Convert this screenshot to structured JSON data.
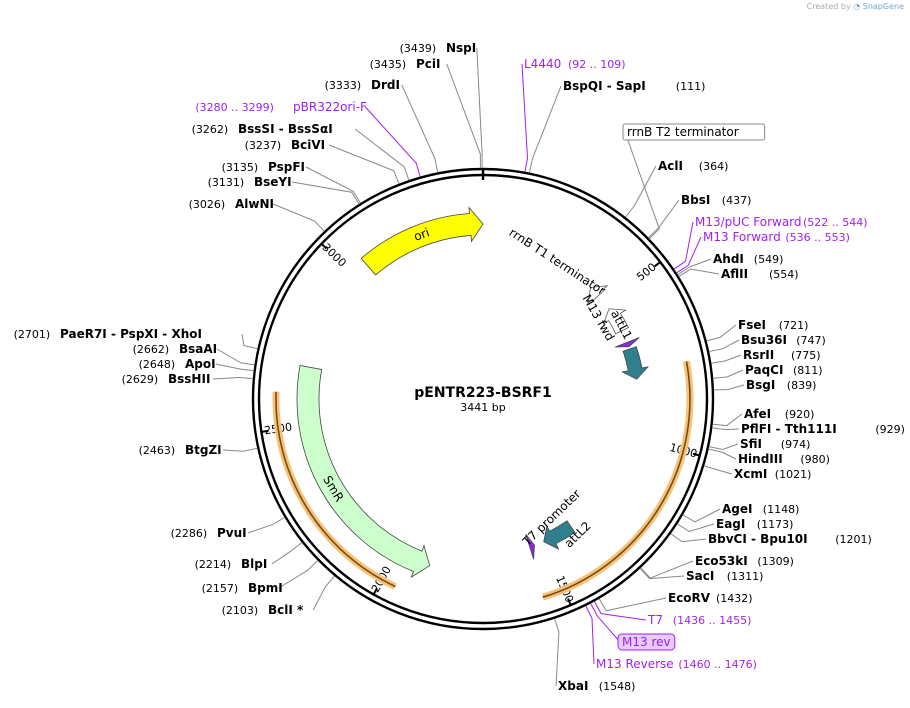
{
  "credit": {
    "prefix": "Created by",
    "brand": "SnapGene"
  },
  "map": {
    "name": "pENTR223-BSRF1",
    "size_label": "3441 bp",
    "length": 3441,
    "tick_labels": [
      "500",
      "1000",
      "1500",
      "2000",
      "2500",
      "3000"
    ]
  },
  "features": [
    {
      "name": "ori",
      "start": 3050,
      "end": 3441,
      "direction": 1,
      "color": "#ffff00"
    },
    {
      "name": "SmR",
      "start": 1890,
      "end": 2680,
      "direction": -1,
      "color": "#ccffcc"
    },
    {
      "name": "attL1",
      "start": 680,
      "end": 790,
      "direction": 1,
      "color": "#2f7f8f"
    },
    {
      "name": "attL2",
      "start": 1390,
      "end": 1500,
      "direction": 1,
      "color": "#2f7f8f"
    },
    {
      "name": "M13 fwd",
      "start": 655,
      "end": 672,
      "direction": 1,
      "color": "#8a2be2"
    },
    {
      "name": "T7 promoter",
      "start": 1535,
      "end": 1553,
      "direction": -1,
      "color": "#8a2be2"
    },
    {
      "name": "rrnB T1 terminator",
      "start": 520,
      "end": 610,
      "direction": -1,
      "color": "#ffffff"
    },
    {
      "name": "rrnB T2 terminator",
      "start": 420,
      "end": 460,
      "direction": -1,
      "color": "#ffffff"
    }
  ],
  "orf_arcs": [
    {
      "start": 760,
      "end": 1560
    },
    {
      "start": 1960,
      "end": 2600
    }
  ],
  "inner_labels": [
    {
      "text": "M13 fwd"
    },
    {
      "text": "attL1"
    },
    {
      "text": "rrnB T1 terminator"
    },
    {
      "text": "T7 promoter"
    },
    {
      "text": "attL2"
    }
  ],
  "sites": [
    {
      "name": "NspI",
      "pos": "3439",
      "bp": 3439,
      "color": "#000000"
    },
    {
      "name": "PciI",
      "pos": "3435",
      "bp": 3435,
      "color": "#000000"
    },
    {
      "name": "DrdI",
      "pos": "3333",
      "bp": 3333,
      "color": "#000000"
    },
    {
      "name": "pBR322ori-F",
      "pos": "3280 .. 3299",
      "bp": 3290,
      "color": "#a020f0"
    },
    {
      "name": "BssSI  -  BssSαI",
      "pos": "3262",
      "bp": 3262,
      "color": "#000000"
    },
    {
      "name": "BciVI",
      "pos": "3237",
      "bp": 3237,
      "color": "#000000"
    },
    {
      "name": "PspFI",
      "pos": "3135",
      "bp": 3135,
      "color": "#000000"
    },
    {
      "name": "BseYI",
      "pos": "3131",
      "bp": 3131,
      "color": "#000000"
    },
    {
      "name": "AlwNI",
      "pos": "3026",
      "bp": 3026,
      "color": "#000000"
    },
    {
      "name": "PaeR7I  -  PspXI  -  XhoI",
      "pos": "2701",
      "bp": 2701,
      "color": "#000000"
    },
    {
      "name": "BsaAI",
      "pos": "2662",
      "bp": 2662,
      "color": "#000000"
    },
    {
      "name": "ApoI",
      "pos": "2648",
      "bp": 2648,
      "color": "#000000"
    },
    {
      "name": "BssHII",
      "pos": "2629",
      "bp": 2629,
      "color": "#000000"
    },
    {
      "name": "BtgZI",
      "pos": "2463",
      "bp": 2463,
      "color": "#000000"
    },
    {
      "name": "PvuI",
      "pos": "2286",
      "bp": 2286,
      "color": "#000000"
    },
    {
      "name": "BlpI",
      "pos": "2214",
      "bp": 2214,
      "color": "#000000"
    },
    {
      "name": "BpmI",
      "pos": "2157",
      "bp": 2157,
      "color": "#000000"
    },
    {
      "name": "BclI *",
      "pos": "2103",
      "bp": 2103,
      "color": "#000000"
    },
    {
      "name": "L4440",
      "pos": "92 .. 109",
      "bp": 100,
      "color": "#a020f0"
    },
    {
      "name": "BspQI  -  SapI",
      "pos": "111",
      "bp": 111,
      "color": "#000000"
    },
    {
      "name": "rrnB T2 terminator",
      "pos": "",
      "bp": 440,
      "color": "#000000"
    },
    {
      "name": "AclI",
      "pos": "364",
      "bp": 364,
      "color": "#000000"
    },
    {
      "name": "BbsI",
      "pos": "437",
      "bp": 437,
      "color": "#000000"
    },
    {
      "name": "M13/pUC Forward",
      "pos": "522 .. 544",
      "bp": 533,
      "color": "#a020f0"
    },
    {
      "name": "M13 Forward",
      "pos": "536 .. 553",
      "bp": 544,
      "color": "#a020f0"
    },
    {
      "name": "AhdI",
      "pos": "549",
      "bp": 549,
      "color": "#000000"
    },
    {
      "name": "AflII",
      "pos": "554",
      "bp": 554,
      "color": "#000000"
    },
    {
      "name": "FseI",
      "pos": "721",
      "bp": 721,
      "color": "#000000"
    },
    {
      "name": "Bsu36I",
      "pos": "747",
      "bp": 747,
      "color": "#000000"
    },
    {
      "name": "RsrII",
      "pos": "775",
      "bp": 775,
      "color": "#000000"
    },
    {
      "name": "PaqCI",
      "pos": "811",
      "bp": 811,
      "color": "#000000"
    },
    {
      "name": "BsgI",
      "pos": "839",
      "bp": 839,
      "color": "#000000"
    },
    {
      "name": "AfeI",
      "pos": "920",
      "bp": 920,
      "color": "#000000"
    },
    {
      "name": "PflFI  -  Tth111I",
      "pos": "929",
      "bp": 929,
      "color": "#000000"
    },
    {
      "name": "SfiI",
      "pos": "974",
      "bp": 974,
      "color": "#000000"
    },
    {
      "name": "HindIII",
      "pos": "980",
      "bp": 980,
      "color": "#000000"
    },
    {
      "name": "XcmI",
      "pos": "1021",
      "bp": 1021,
      "color": "#000000"
    },
    {
      "name": "AgeI",
      "pos": "1148",
      "bp": 1148,
      "color": "#000000"
    },
    {
      "name": "EagI",
      "pos": "1173",
      "bp": 1173,
      "color": "#000000"
    },
    {
      "name": "BbvCI  -  Bpu10I",
      "pos": "1201",
      "bp": 1201,
      "color": "#000000"
    },
    {
      "name": "Eco53kI",
      "pos": "1309",
      "bp": 1309,
      "color": "#000000"
    },
    {
      "name": "SacI",
      "pos": "1311",
      "bp": 1311,
      "color": "#000000"
    },
    {
      "name": "EcoRV",
      "pos": "1432",
      "bp": 1432,
      "color": "#000000"
    },
    {
      "name": "T7",
      "pos": "1436 .. 1455",
      "bp": 1445,
      "color": "#a020f0"
    },
    {
      "name": "M13 rev",
      "pos": "",
      "bp": 1455,
      "color": "#a020f0"
    },
    {
      "name": "M13 Reverse",
      "pos": "1460 .. 1476",
      "bp": 1468,
      "color": "#a020f0"
    },
    {
      "name": "XbaI",
      "pos": "1548",
      "bp": 1548,
      "color": "#000000"
    }
  ]
}
